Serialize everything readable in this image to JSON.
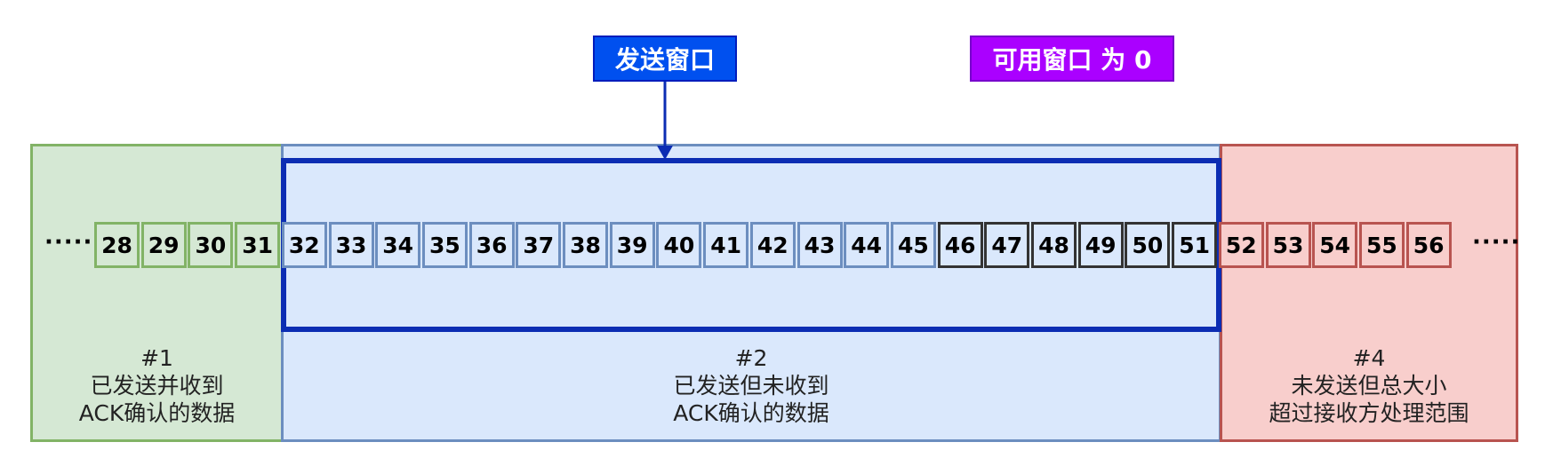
{
  "header": {
    "send_window": "发送窗口",
    "available_window": "可用窗口 为 0"
  },
  "sequence": {
    "left_ellipsis": "·····",
    "right_ellipsis": "·····",
    "green": [
      "28",
      "29",
      "30",
      "31"
    ],
    "blue": [
      "32",
      "33",
      "34",
      "35",
      "36",
      "37",
      "38",
      "39",
      "40",
      "41",
      "42",
      "43",
      "44",
      "45"
    ],
    "dark": [
      "46",
      "47",
      "48",
      "49",
      "50",
      "51"
    ],
    "red": [
      "52",
      "53",
      "54",
      "55",
      "56"
    ]
  },
  "regions": {
    "r1": {
      "id": "#1",
      "line1": "已发送并收到",
      "line2": "ACK确认的数据"
    },
    "r2": {
      "id": "#2",
      "line1": "已发送但未收到",
      "line2": "ACK确认的数据"
    },
    "r4": {
      "id": "#4",
      "line1": "未发送但总大小",
      "line2": "超过接收方处理范围"
    }
  },
  "colors": {
    "green_fill": "#d5e8d4",
    "green_border": "#82b366",
    "blue_fill": "#dae8fc",
    "blue_border": "#6c8ebf",
    "red_fill": "#f8cecc",
    "red_border": "#b85450",
    "window_border": "#0c2db3",
    "send_badge": "#0050ef",
    "avail_badge": "#aa00ff"
  }
}
